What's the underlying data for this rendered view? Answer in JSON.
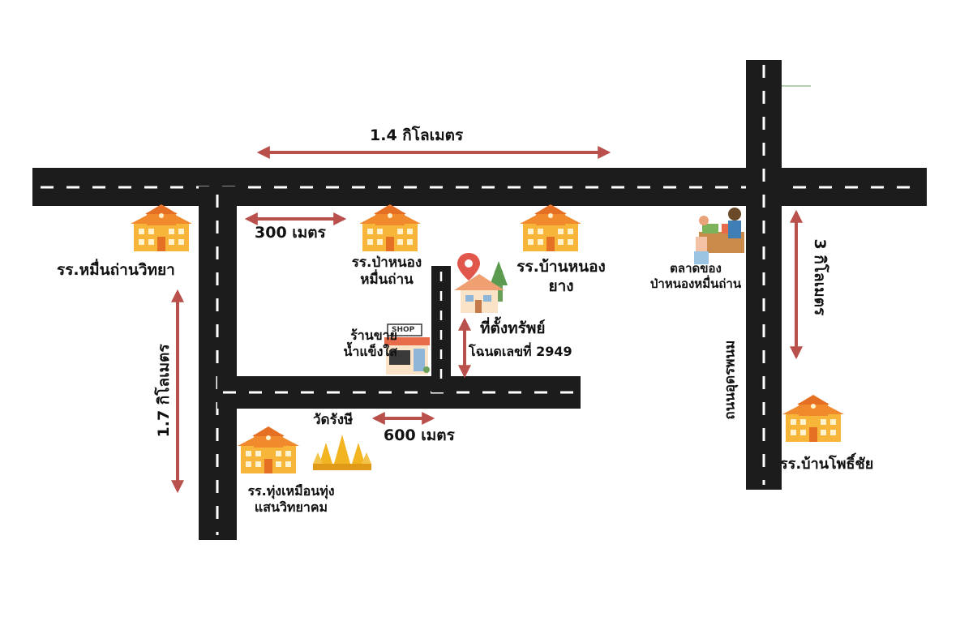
{
  "colors": {
    "road": "#1c1c1c",
    "lane": "#ffffff",
    "arrow": "#b9504b",
    "school_roof": "#f08a2c",
    "school_wall": "#f7b63a",
    "temple": "#f3b421",
    "pin": "#e2574c"
  },
  "icons": {
    "school": "school-building-icon",
    "temple": "temple-icon",
    "shop": "shop-icon",
    "market": "market-vendor-icon",
    "property": "property-house-pin-icon"
  },
  "distances": {
    "top_road": "1.4 กิโลเมตร",
    "left_road": "1.7 กิโลเมตร",
    "right_road": "3 กิโลเมตร",
    "school_gap": "300 เมตร",
    "temple_gap": "600 เมตร"
  },
  "places": {
    "school_muenthan": "รร.หมื่นถ่านวิทยา",
    "school_pa_nong_line1": "รร.ป่าหนอง",
    "school_pa_nong_line2": "หมื่นถ่าน",
    "school_ban_nong_line1": "รร.บ้านหนอง",
    "school_ban_nong_line2": "ยาง",
    "market_line1": "ตลาดของ",
    "market_line2": "ป่าหนองหมื่นถ่าน",
    "property_line1": "ที่ตั้งทรัพย์",
    "property_line2": "โฉนดเลขที่ 2949",
    "shop_sign": "SHOP",
    "shop_line1": "ร้านขาย",
    "shop_line2": "น้ำแข็งใส",
    "temple": "วัดรังษี",
    "school_thung_line1": "รร.ทุ่งเหมือนทุ่ง",
    "school_thung_line2": "แสนวิทยาคม",
    "school_pho_chai": "รร.บ้านโพธิ์ชัย",
    "road_name": "ถนนอุดรพนม"
  }
}
